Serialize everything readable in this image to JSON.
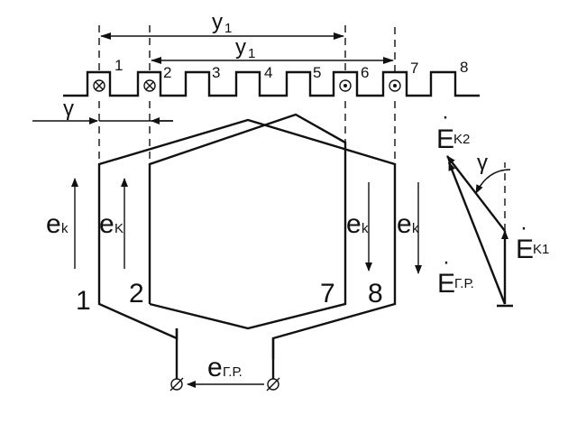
{
  "pitch_labels": {
    "y1_top": "y",
    "y1_second": "y",
    "y1_sub": "1",
    "gamma_left": "γ"
  },
  "slot_numbers": [
    "1",
    "2",
    "3",
    "4",
    "5",
    "6",
    "7",
    "8"
  ],
  "conductor_emf": {
    "e_left_1": "e",
    "e_left_2": "e",
    "e_right_7": "e",
    "e_right_8": "e",
    "sub": "k",
    "sub_alt": "K"
  },
  "coil_numbers": {
    "n1": "1",
    "n2": "2",
    "n7": "7",
    "n8": "8"
  },
  "terminal_emf": {
    "main": "e",
    "sub": "Г.Р."
  },
  "phasor": {
    "ek2_main": "E",
    "ek2_sub": "K2",
    "ek1_main": "E",
    "ek1_sub": "K1",
    "egr_main": "E",
    "egr_sub": "Г.Р.",
    "gamma": "γ",
    "dot": "·"
  }
}
